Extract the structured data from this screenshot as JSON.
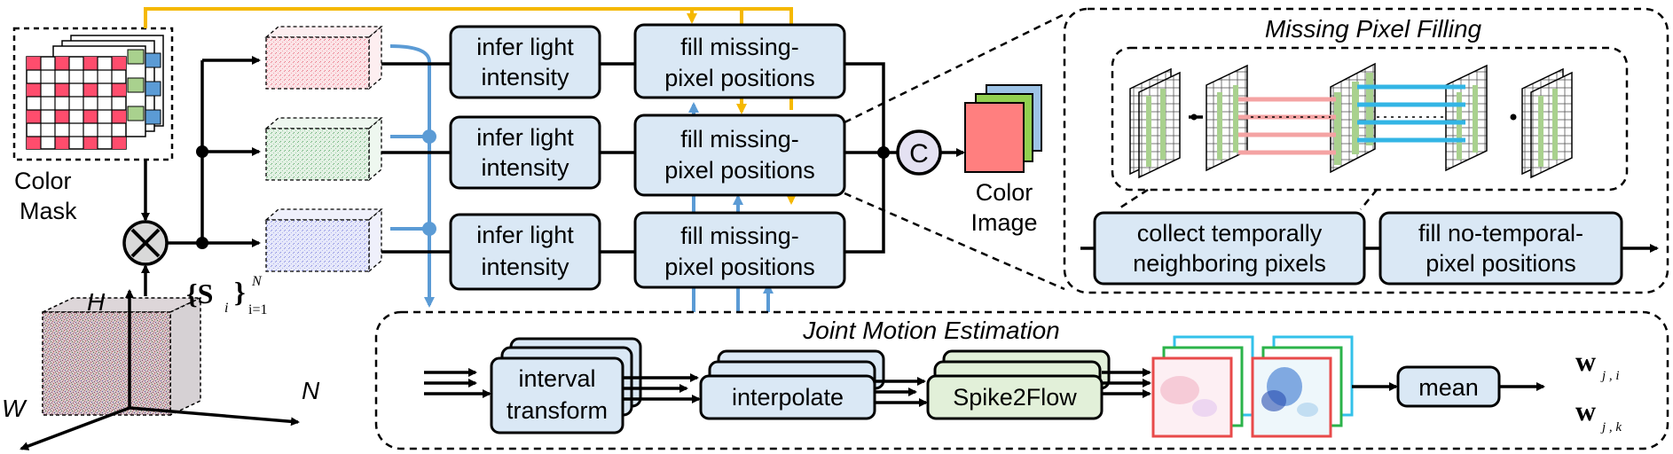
{
  "color_mask": {
    "label_line1": "Color",
    "label_line2": "Mask"
  },
  "spike_stream": {
    "axis_h": "H",
    "axis_w": "W",
    "axis_n": "N",
    "set_symbol": "{S",
    "set_sub": "i",
    "set_close": "}",
    "set_lower": "i=1",
    "set_upper": "N"
  },
  "operators": {
    "concat": "C",
    "multiply": "×"
  },
  "rows": [
    {
      "infer_line1": "infer light",
      "infer_line2": "intensity",
      "fill_line1": "fill missing-",
      "fill_line2": "pixel positions"
    },
    {
      "infer_line1": "infer light",
      "infer_line2": "intensity",
      "fill_line1": "fill missing-",
      "fill_line2": "pixel positions"
    },
    {
      "infer_line1": "infer light",
      "infer_line2": "intensity",
      "fill_line1": "fill missing-",
      "fill_line2": "pixel positions"
    }
  ],
  "color_image": {
    "label_line1": "Color",
    "label_line2": "Image"
  },
  "missing_pixel_filling": {
    "title": "Missing Pixel Filling",
    "collect_line1": "collect temporally",
    "collect_line2": "neighboring pixels",
    "fill_line1": "fill no-temporal-",
    "fill_line2": "pixel positions"
  },
  "joint_motion_estimation": {
    "title": "Joint Motion Estimation",
    "interval_line1": "interval",
    "interval_line2": "transform",
    "interpolate": "interpolate",
    "spike2flow": "Spike2Flow",
    "mean": "mean",
    "output_1_main": "w",
    "output_1_sub": "j , i",
    "output_2_main": "w",
    "output_2_sub": "j , k"
  },
  "colors": {
    "box_blue": "#dae8f5",
    "box_green": "#e2f0d9",
    "flow_blue": "#5b9bd5",
    "flow_gold": "#f5b800",
    "mask_red": "#ff4d6d",
    "mask_green": "#a9d18e",
    "mask_blue": "#5b9bd5",
    "image_red": "#ff7f7f",
    "image_green": "#92d050",
    "image_blue": "#9dc3e6"
  }
}
